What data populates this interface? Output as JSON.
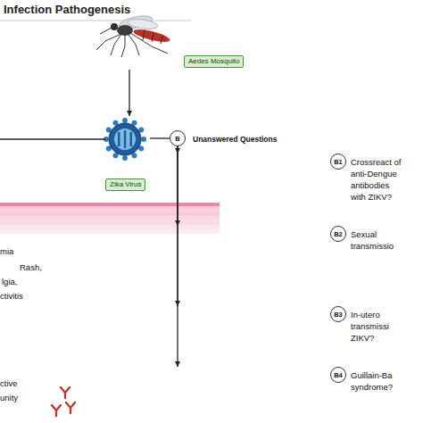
{
  "diagram": {
    "title": "Infection Pathogenesis",
    "nodes": [
      {
        "text": [
          "Aedes Mosquito"
        ]
      },
      {
        "text": [
          "Zika Virus"
        ]
      },
      {
        "text": [
          "B",
          "Unanswered Questions"
        ]
      },
      {
        "text": [
          "B1",
          "Crossreact of anti-Dengue antibodies with ZIKV?"
        ]
      },
      {
        "text": [
          "B2",
          "Sexual transmissio"
        ]
      },
      {
        "text": [
          "B3",
          "In-utero transmissi ZIKV?"
        ]
      },
      {
        "text": [
          "B4",
          "Guillain-Ba syndrome?"
        ]
      }
    ],
    "edges": [
      {
        "from": 0,
        "to": 1,
        "arrow": "to"
      },
      {
        "from": 1,
        "to": 2,
        "arrow": "none"
      },
      {
        "from": 2,
        "to": 3,
        "arrow": "to"
      },
      {
        "from": 2,
        "to": 4,
        "arrow": "to"
      },
      {
        "from": 2,
        "to": 5,
        "arrow": "to"
      },
      {
        "from": 2,
        "to": 6,
        "arrow": "to"
      }
    ],
    "labels": [
      "mia",
      "Rash,",
      "lgia,",
      "ctivitis",
      "ctive",
      "unity"
    ]
  }
}
